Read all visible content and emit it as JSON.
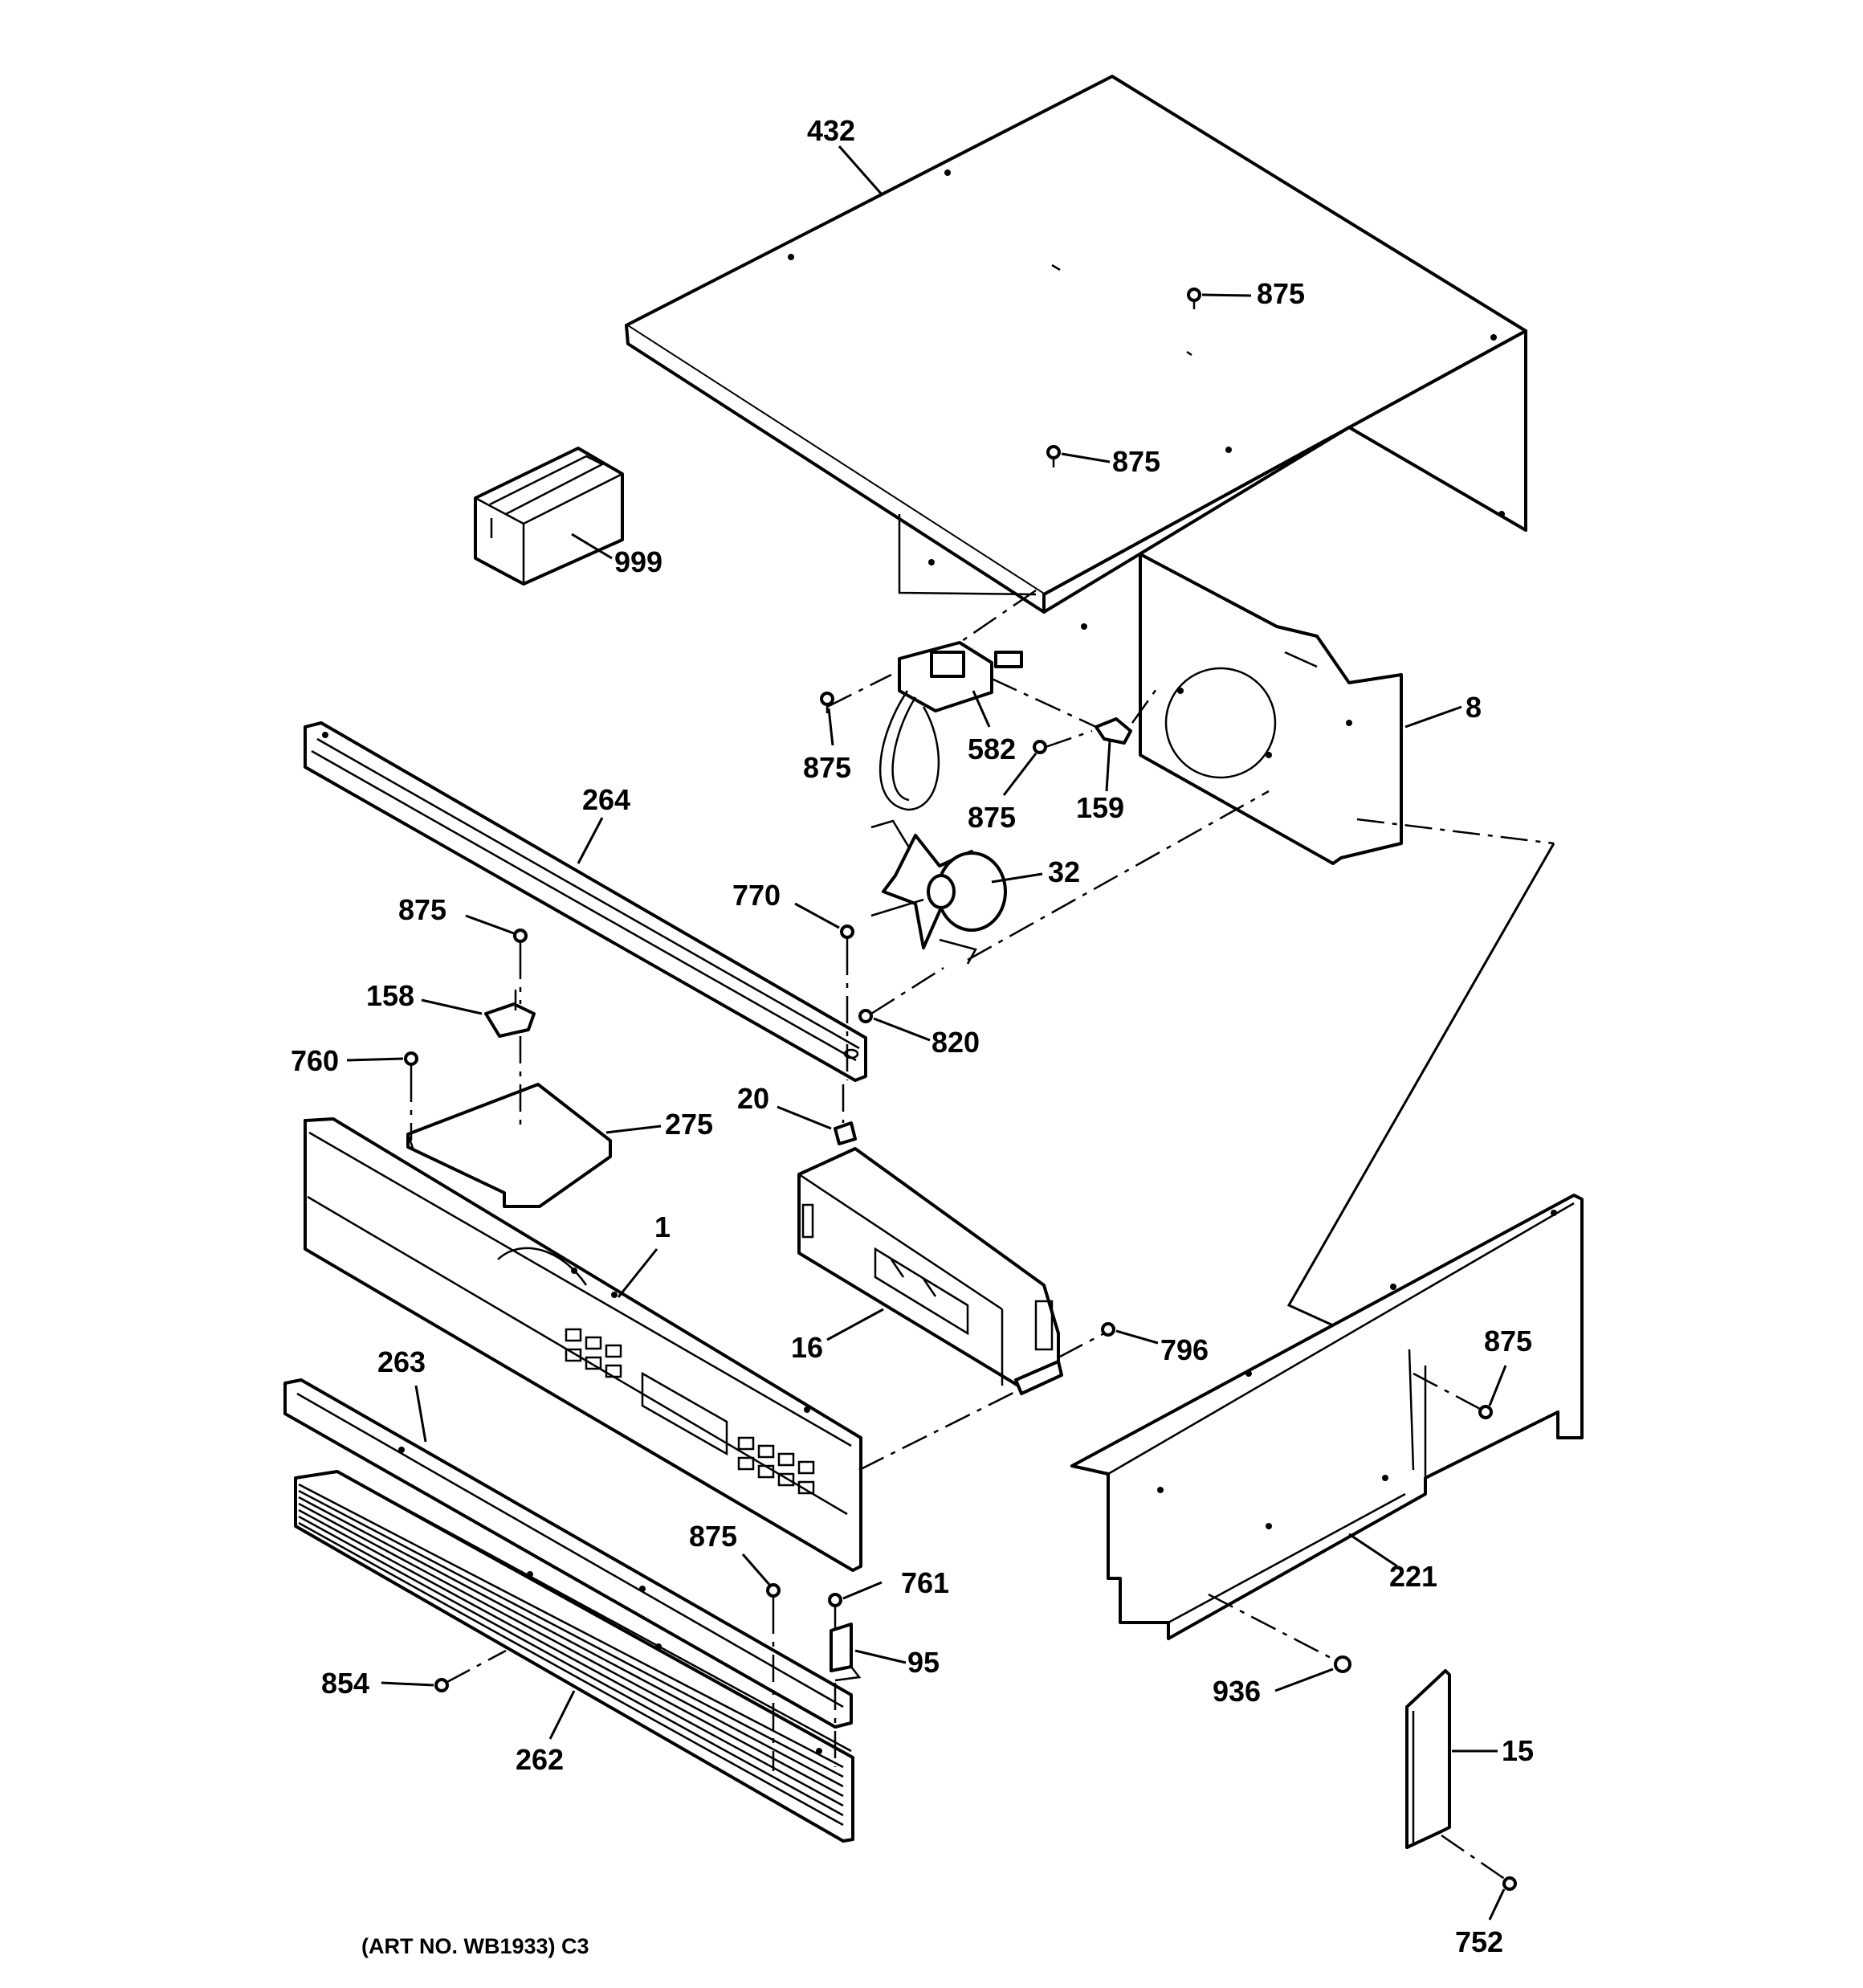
{
  "callouts": {
    "p432": "432",
    "p875_top_a": "875",
    "p875_top_b": "875",
    "p999": "999",
    "p8": "8",
    "p582": "582",
    "p875_bracket_left": "875",
    "p875_bracket_right": "875",
    "p159": "159",
    "p264": "264",
    "p32": "32",
    "p770": "770",
    "p875_left": "875",
    "p158": "158",
    "p820": "820",
    "p760": "760",
    "p20": "20",
    "p275": "275",
    "p1": "1",
    "p16": "16",
    "p796": "796",
    "p875_right": "875",
    "p263": "263",
    "p875_bottom": "875",
    "p761": "761",
    "p95": "95",
    "p221": "221",
    "p854": "854",
    "p936": "936",
    "p262": "262",
    "p15": "15",
    "p752": "752"
  },
  "footer": {
    "art_no": "(ART NO. WB1933) C3"
  }
}
